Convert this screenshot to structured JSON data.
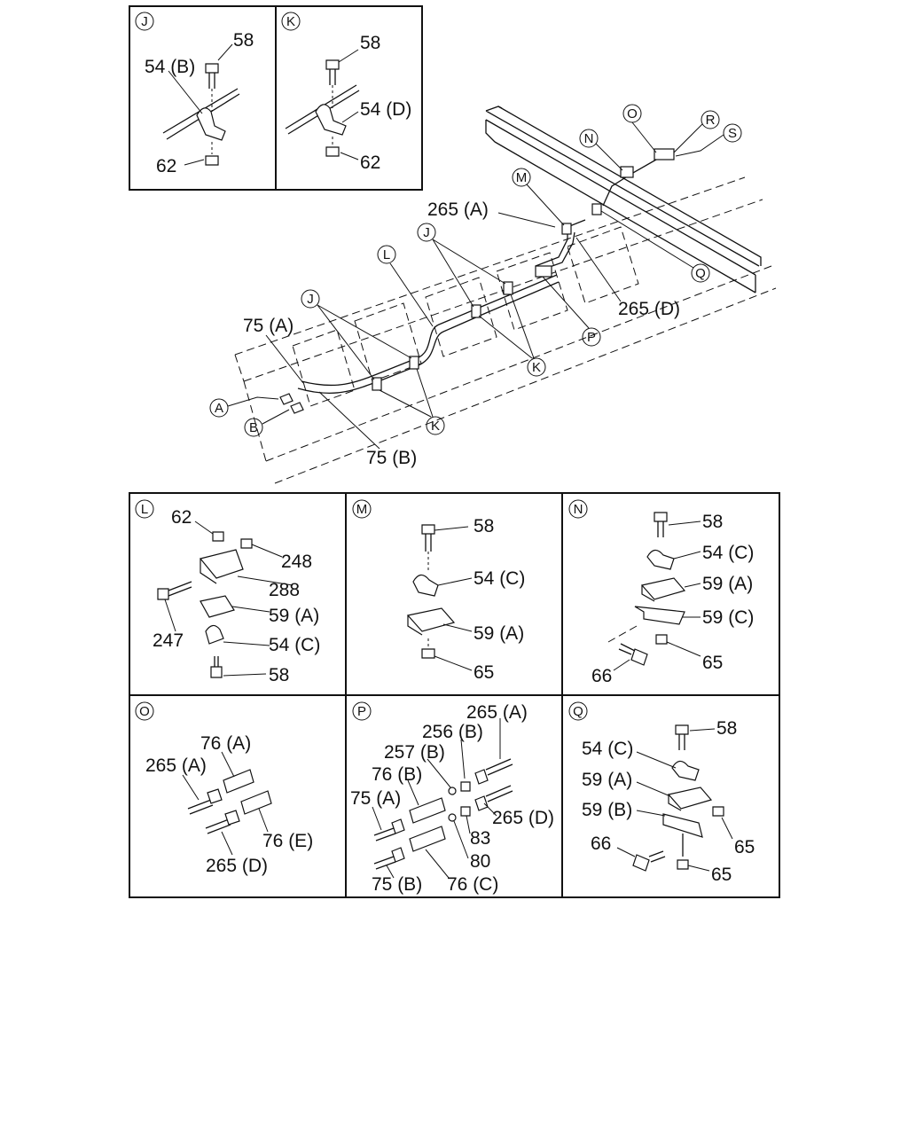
{
  "panels": {
    "J": {
      "letter": "J",
      "labels": [
        "58",
        "54 (B)",
        "62"
      ]
    },
    "K": {
      "letter": "K",
      "labels": [
        "58",
        "54 (D)",
        "62"
      ]
    },
    "L": {
      "letter": "L",
      "labels": [
        "62",
        "248",
        "288",
        "59 (A)",
        "247",
        "54 (C)",
        "58"
      ]
    },
    "M": {
      "letter": "M",
      "labels": [
        "58",
        "54 (C)",
        "59 (A)",
        "65"
      ]
    },
    "N": {
      "letter": "N",
      "labels": [
        "58",
        "54 (C)",
        "59 (A)",
        "59 (C)",
        "66",
        "65"
      ]
    },
    "O": {
      "letter": "O",
      "labels": [
        "76 (A)",
        "265 (A)",
        "76 (E)",
        "265 (D)"
      ]
    },
    "P": {
      "letter": "P",
      "labels": [
        "265 (A)",
        "256 (B)",
        "257 (B)",
        "76 (B)",
        "75 (A)",
        "265 (D)",
        "83",
        "80",
        "75 (B)",
        "76 (C)"
      ]
    },
    "Q": {
      "letter": "Q",
      "labels": [
        "58",
        "54 (C)",
        "59 (A)",
        "59 (B)",
        "65",
        "66",
        "65"
      ]
    }
  },
  "main": {
    "callouts": [
      "O",
      "N",
      "R",
      "S",
      "M",
      "J",
      "L",
      "J",
      "P",
      "Q",
      "K",
      "K",
      "A",
      "B"
    ],
    "labels": [
      "265 (A)",
      "265 (D)",
      "75 (A)",
      "75 (B)"
    ]
  }
}
